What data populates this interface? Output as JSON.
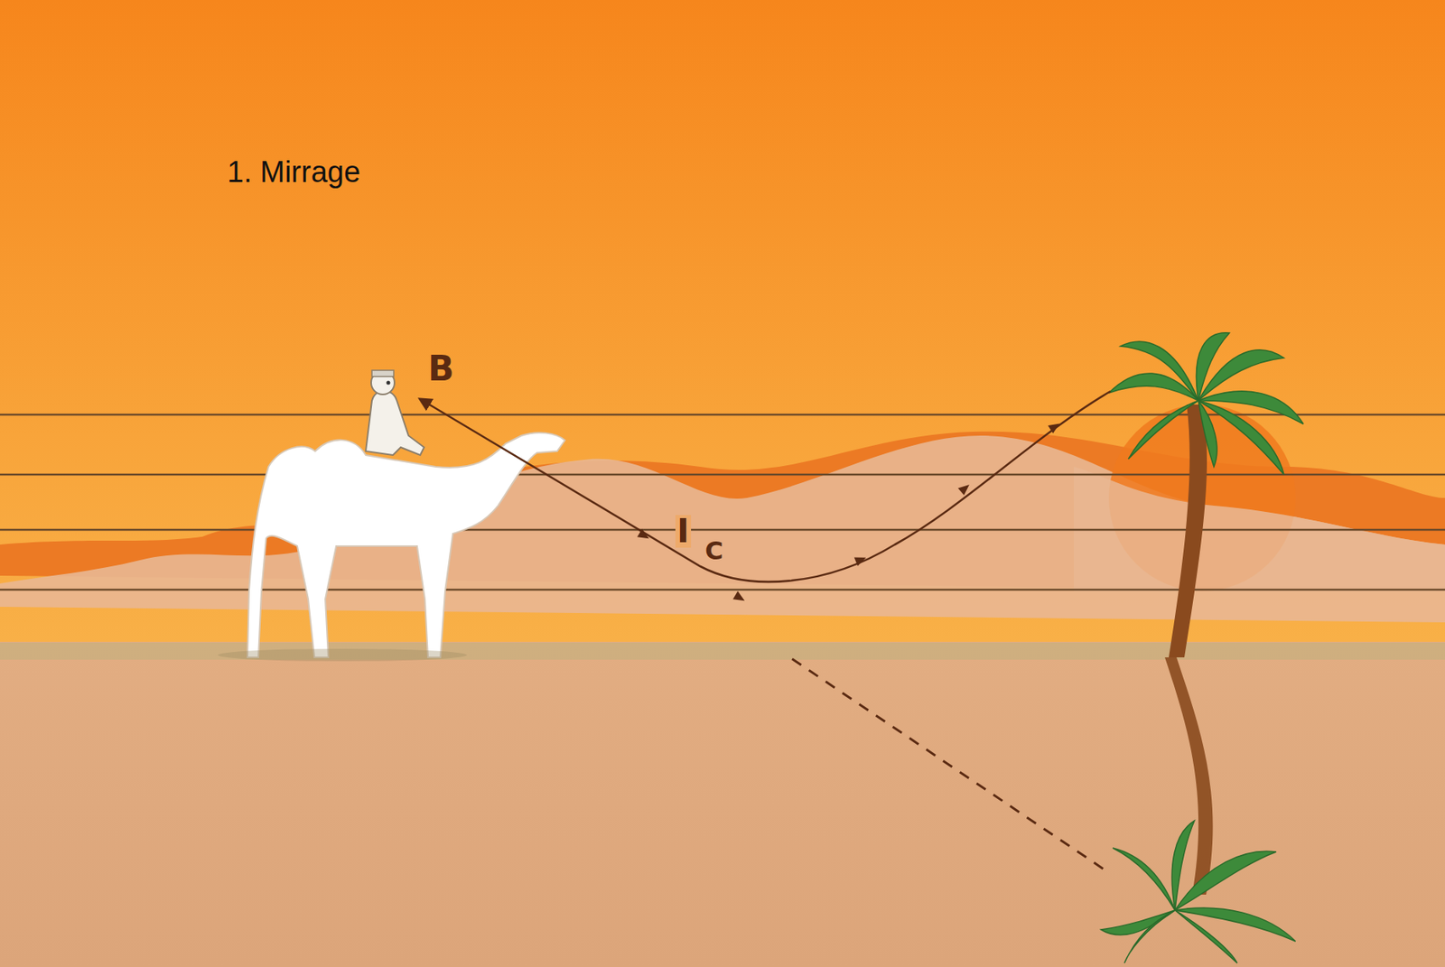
{
  "diagram": {
    "title": "1. Mirrage",
    "labels": [
      "B",
      "I",
      "C"
    ]
  }
}
